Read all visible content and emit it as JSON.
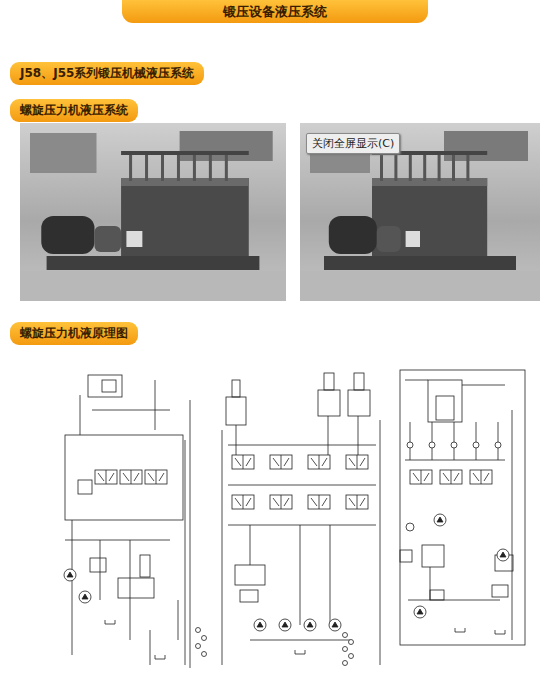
{
  "diagram": {
    "title": "锻压设备液压系统",
    "nodes": [
      {
        "text": [
          "J58、J55系列锻压机械液压系统"
        ]
      },
      {
        "text": [
          "螺旋压力机液压系统"
        ]
      },
      {
        "text": [
          "关闭全屏显示(C)"
        ]
      },
      {
        "text": [
          "螺旋压力机液原理图"
        ]
      }
    ]
  }
}
